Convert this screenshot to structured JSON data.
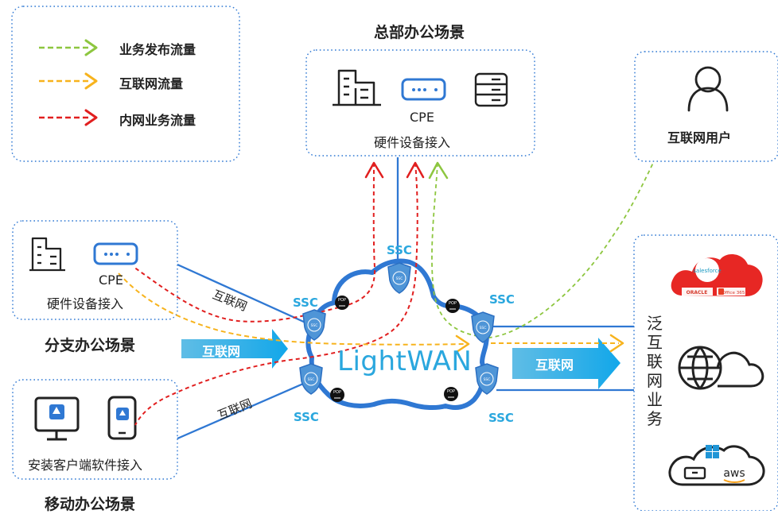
{
  "legend": {
    "items": [
      {
        "label": "业务发布流量",
        "color": "#8dc63f"
      },
      {
        "label": "互联网流量",
        "color": "#f7b31d"
      },
      {
        "label": "内网业务流量",
        "color": "#e11f1f"
      }
    ]
  },
  "headquarters": {
    "title": "总部办公场景",
    "device": "CPE",
    "access": "硬件设备接入"
  },
  "internet_user": {
    "label": "互联网用户"
  },
  "branch": {
    "device": "CPE",
    "access": "硬件设备接入",
    "title": "分支办公场景"
  },
  "mobile": {
    "access": "安装客户端软件接入",
    "title": "移动办公场景"
  },
  "cloud": {
    "title": "LightWAN",
    "ssc_labels": [
      "SSC",
      "SSC",
      "SSC",
      "SSC",
      "SSC"
    ],
    "pop_label": "POP"
  },
  "internet_labels": {
    "branch_link": "互联网",
    "mobile_link": "互联网",
    "left_arrow": "互联网",
    "right_arrow": "互联网"
  },
  "cloud_services": {
    "label_chars": [
      "泛",
      "互",
      "联",
      "网",
      "业",
      "务"
    ],
    "brands": {
      "salesforce": "salesforce",
      "oracle": "ORACLE",
      "office": "Office 365",
      "aws": "aws"
    }
  },
  "colors": {
    "blue": "#2f78d3",
    "cyan": "#2aa7de",
    "green": "#8dc63f",
    "yellow": "#f7b31d",
    "red": "#e11f1f",
    "dark": "#3a3a3a",
    "salesforce": "#1798c1",
    "oracle": "#d63c2f"
  }
}
